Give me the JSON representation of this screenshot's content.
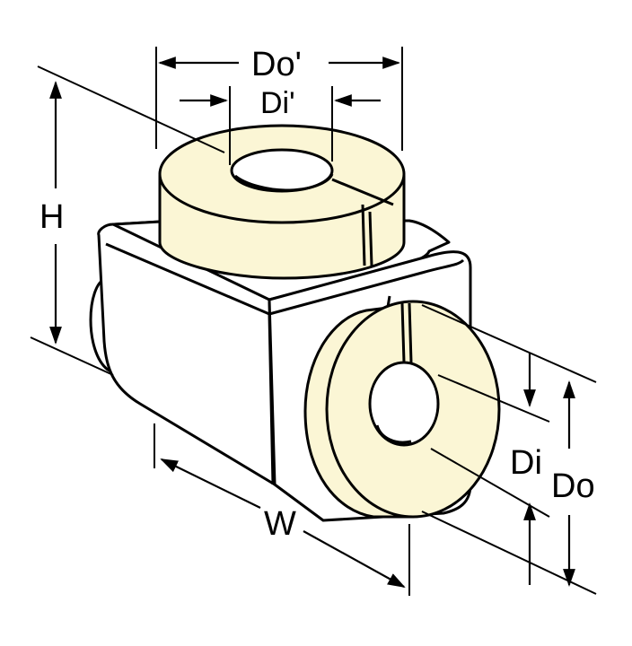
{
  "labels": {
    "top_outer": "Do'",
    "top_inner": "Di'",
    "height": "H",
    "width": "W",
    "side_inner": "Di",
    "side_outer": "Do"
  },
  "colors": {
    "insulation": "#fbf6d5",
    "body_fill": "#ffffff",
    "outline": "#000000"
  }
}
